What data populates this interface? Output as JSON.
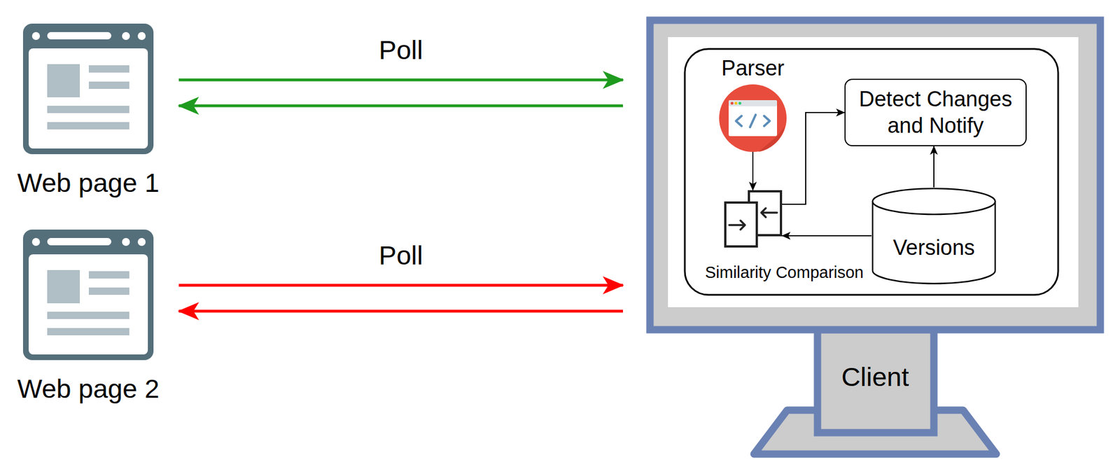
{
  "diagram": {
    "nodes": [
      {
        "text": [
          "Web page 1"
        ]
      },
      {
        "text": [
          "Web page 2"
        ]
      },
      {
        "text": [
          "Client"
        ]
      },
      {
        "text": [
          "Parser"
        ],
        "in": 2
      },
      {
        "text": [
          "Similarity Comparison"
        ],
        "in": 2
      },
      {
        "text": [
          "Detect Changes and Notify"
        ],
        "in": 2
      },
      {
        "text": [
          "Versions"
        ],
        "in": 2
      }
    ],
    "edges": [
      {
        "from": 0,
        "to": 2,
        "arrow": "to",
        "label": "Poll"
      },
      {
        "from": 2,
        "to": 0,
        "arrow": "to"
      },
      {
        "from": 1,
        "to": 2,
        "arrow": "to",
        "label": "Poll"
      },
      {
        "from": 2,
        "to": 1,
        "arrow": "to"
      },
      {
        "from": 3,
        "to": 4,
        "arrow": "to"
      },
      {
        "from": 4,
        "to": 5,
        "arrow": "to"
      },
      {
        "from": 6,
        "to": 4,
        "arrow": "to"
      },
      {
        "from": 6,
        "to": 5,
        "arrow": "to"
      }
    ]
  }
}
